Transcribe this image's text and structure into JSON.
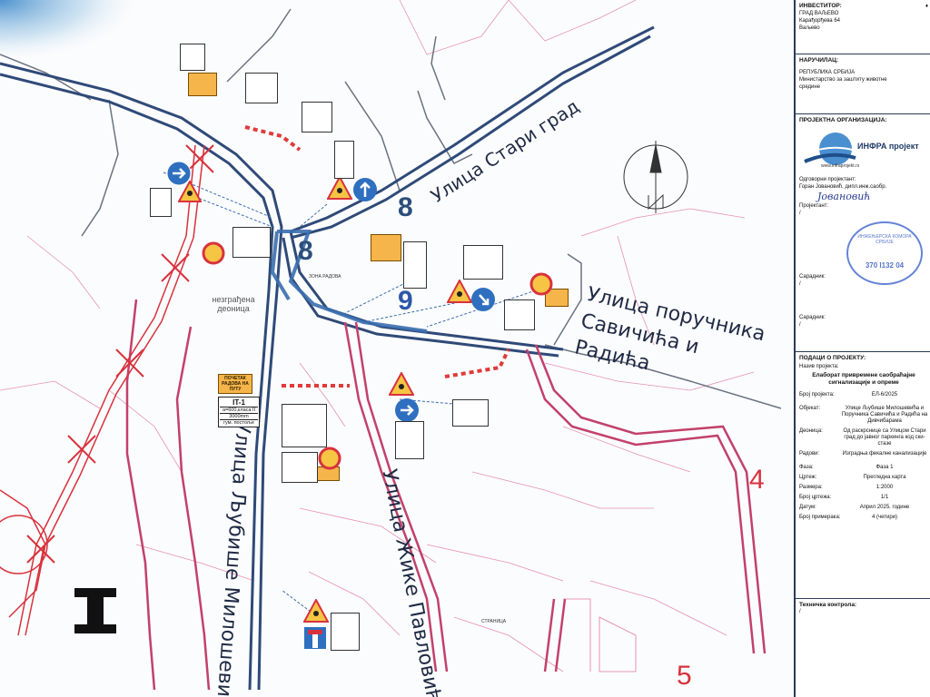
{
  "map": {
    "streets": [
      "Улица Стари град",
      "Улица поручника Савичића и Радића",
      "Улица Љубише Милошевића",
      "Улица Жике Павловића"
    ],
    "zone_numbers": [
      "8",
      "8",
      "9",
      "4",
      "5"
    ],
    "labels": {
      "nezagradjena_deonica": "незграђена деоница",
      "zona_radova": "ЗОНА РАДОВА",
      "it1": "IT-1",
      "it1_detail": [
        "a=600,класа II",
        "3000mm",
        "гум. постоље"
      ],
      "orange_sign": "ПОЧЕТАК РАДОВА НА ПУТУ",
      "stranger": "СТРАНИЦА"
    },
    "colors": {
      "road": "#2f4a78",
      "traffic_zone_blue": "#3b6fb0",
      "plot_line": "#d6336c",
      "red_route": "#d8323d",
      "barrier": "#e03a3a"
    }
  },
  "title_block": {
    "investor_head": "ИНВЕСТИТОР:",
    "investor_lines": [
      "ГРАД ВАЉЕВО",
      "Карађорђева 64",
      "Ваљево"
    ],
    "investor_mark": "♦",
    "client_head": "НАРУЧИЛАЦ:",
    "client_lines": [
      "РЕПУБЛИКА СРБИЈА",
      "Министарство за заштиту животне",
      "средине"
    ],
    "org_head": "ПРОЈЕКТНА ОРГАНИЗАЦИЈА:",
    "org_logo_text": "ИНФРА пројект",
    "org_url": "www.infraprojekt.rs",
    "responsible_label": "Одговорни пројектант:",
    "responsible_name": "Горан Јовановић, дипл.инж.саобр.",
    "signature": "Јовановић",
    "stamp_text": [
      "ИНЖЕЊЕРСКА КОМОРА СРБИЈЕ",
      "370 I132 04"
    ],
    "designer_label": "Пројектант:",
    "designer_value": "/",
    "collab1_label": "Сарадник:",
    "collab1_value": "/",
    "collab2_label": "Сарадник:",
    "collab2_value": "/",
    "project_data_head": "ПОДАЦИ О ПРОЈЕКТУ:",
    "project_name_label": "Назив пројекта:",
    "project_name": "Елаборат привремене саобраћајне сигнализације и опреме",
    "project_no_label": "Број пројекта:",
    "project_no": "ЕЛ-6/2025",
    "object_label": "Објекат:",
    "object_value": "Улице Љубише Милошевића и Поручника Савичића и Радића на Дивчибарама",
    "section_label": "Деоница:",
    "section_value": "Од раскрснице са Улицом Стари град до јавног паркинга код ски-стазе",
    "works_label": "Радови:",
    "works_value": "Изградња фекалне канализације",
    "phase_label": "Фаза:",
    "phase_value": "Фаза 1",
    "drawing_label": "Цртеж:",
    "drawing_value": "Прегледна карта",
    "scale_label": "Размера:",
    "scale_value": "1:2000",
    "sheet_label": "Број цртежа:",
    "sheet_value": "1/1",
    "date_label": "Датум:",
    "date_value": "Април 2025. године",
    "copies_label": "Број примерака:",
    "copies_value": "4 (четири)",
    "tech_head": "Техничка контрола:",
    "tech_value": "/"
  }
}
